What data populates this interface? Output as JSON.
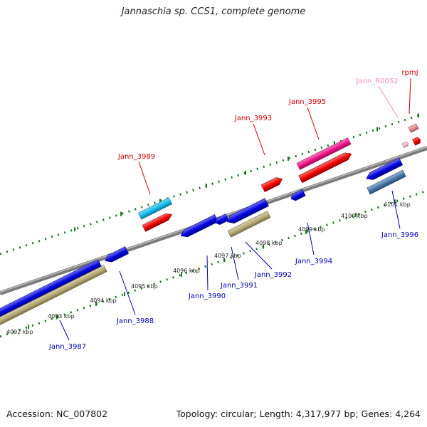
{
  "title": "Jannaschia sp. CCS1, complete genome",
  "footer": {
    "accession": "Accession: NC_007802",
    "topology": "Topology: circular; Length: 4,317,977 bp; Genes: 4,264"
  },
  "colors": {
    "backbone": "#8a8a8a",
    "tick_dot": "#1a7a1a",
    "forward_label": "#cc0000",
    "reverse_label": "#0000aa",
    "rna_label": "#ff88bb",
    "gene_blue": "#0000dd",
    "gene_olive": "#b5aa70",
    "gene_red": "#ee0000",
    "gene_magenta": "#ee1188",
    "gene_cyan": "#11bbee",
    "gene_steel": "#4477aa",
    "gene_pink": "#ee8888"
  },
  "scale_labels": [
    "4092 kbp",
    "4093 kbp",
    "4094 kbp",
    "4095 kbp",
    "4096 kbp",
    "4097 kbp",
    "4098 kbp",
    "4099 kbp",
    "4100 kbp",
    "4101 kbp"
  ],
  "gene_labels": {
    "forward": [
      "Jann_3989",
      "Jann_3993",
      "Jann_3995",
      "rpmJ"
    ],
    "rna": [
      "Jann_R0052"
    ],
    "reverse": [
      "Jann_3987",
      "Jann_3988",
      "Jann_3990",
      "Jann_3991",
      "Jann_3992",
      "Jann_3994",
      "Jann_3996"
    ]
  }
}
